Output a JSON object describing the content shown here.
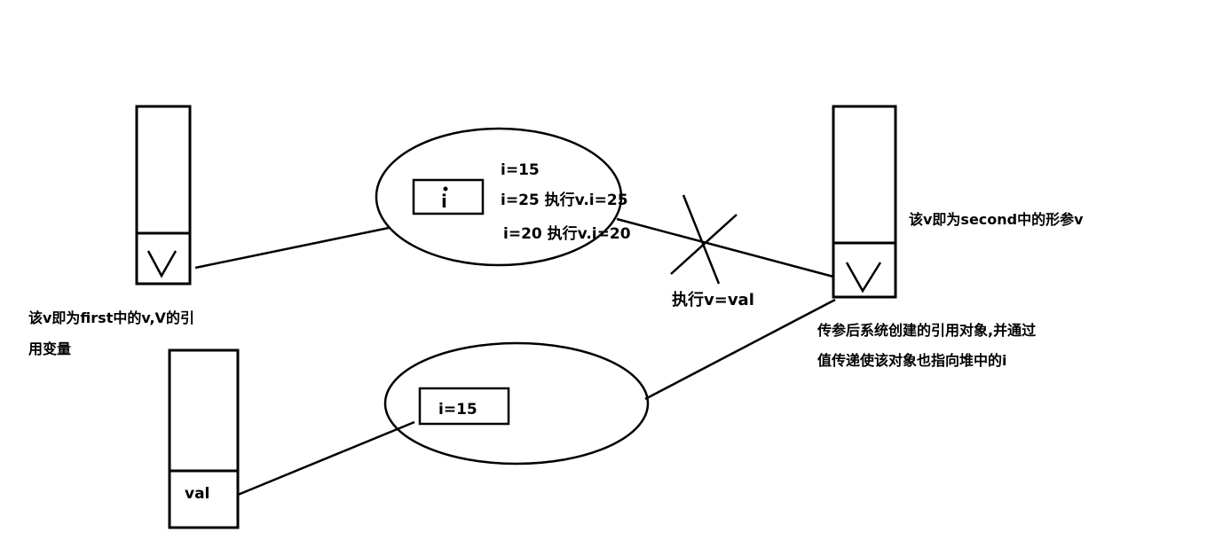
{
  "stack_first": {
    "slot_label": "V"
  },
  "stack_second": {
    "slot_label": "V"
  },
  "stack_val": {
    "slot_label": "val"
  },
  "heap_top": {
    "field_label": "i",
    "lines": [
      "i=15",
      "i=25 执行v.i=25",
      "i=20 执行v.i=20"
    ]
  },
  "heap_bottom": {
    "field_label": "i=15"
  },
  "annotations": {
    "first_v_line1": "该v即为first中的v,V的引",
    "first_v_line2": "用变量",
    "second_v": "该v即为second中的形参v",
    "assign": "执行v=val",
    "param_line1": "传参后系统创建的引用对象,并通过",
    "param_line2": "值传递使该对象也指向堆中的i"
  }
}
